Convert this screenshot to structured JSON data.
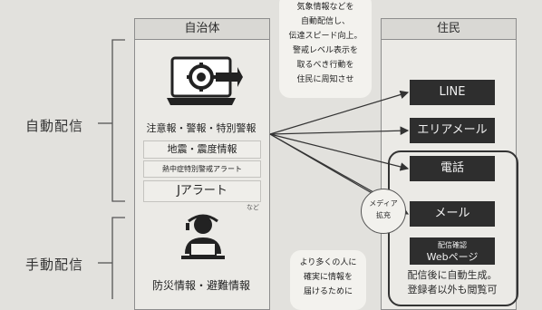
{
  "labels": {
    "auto": "自動配信",
    "manual": "手動配信"
  },
  "municipality": {
    "title": "自治体",
    "warnings": "注意報・警報・特別警報",
    "earthquake": "地震・震度情報",
    "heatstroke": "熱中症特別警戒アラート",
    "jalert": "Jアラート",
    "disaster": "防災情報・避難情報",
    "note": "など"
  },
  "callout_top": {
    "lines": [
      "気象情報などを",
      "自動配信し、",
      "伝達スピード向上。",
      "警戒レベル表示を",
      "取るべき行動を",
      "住民に周知させ"
    ]
  },
  "callout_bottom": {
    "lines": [
      "より多くの人に",
      "確実に情報を",
      "届けるために"
    ]
  },
  "residents": {
    "title": "住民",
    "line": "LINE",
    "area_mail": "エリアメール",
    "phone": "電話",
    "mail": "メール",
    "web_label_top": "配信確認",
    "web_label_bottom": "Webページ",
    "note_line1": "配信後に自動生成。",
    "note_line2": "登録者以外も閲覧可"
  },
  "media_expand": {
    "top": "メディア",
    "bottom": "拡充"
  },
  "colors": {
    "background": "#e2e1dd",
    "dark_button": "#2e2e2e",
    "panel_line": "#8d8d8d"
  },
  "icons": [
    "computer-gear-icon",
    "person-with-laptop-icon"
  ]
}
